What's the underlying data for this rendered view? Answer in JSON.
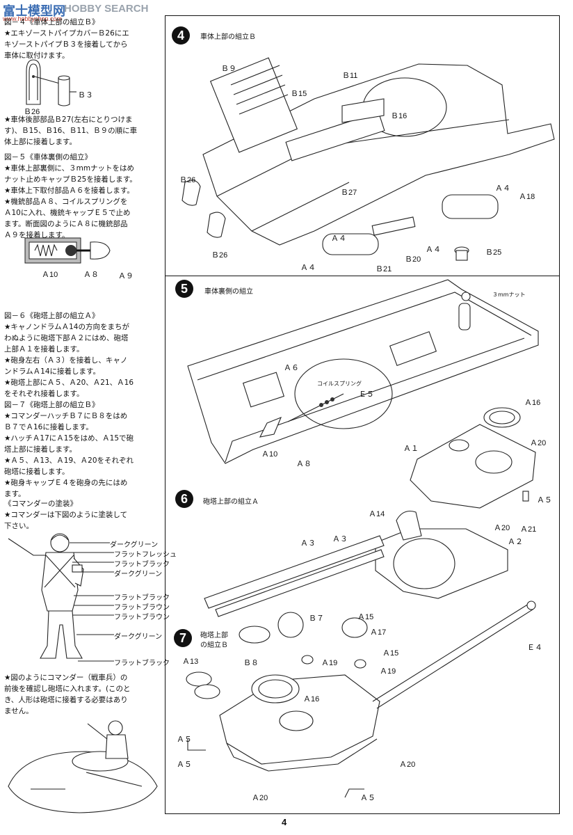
{
  "watermark": {
    "logo": "富士模型网",
    "text": "HOBBY SEARCH",
    "url": "www.hobbyshop.com"
  },
  "left": {
    "s1": {
      "title": "図－４《車体上部の組立Ｂ》",
      "lines": [
        "★エキゾーストパイプカバーＢ26にエ",
        "キゾーストパイプＢ３を接着してから",
        "車体に取付けます。"
      ],
      "labels": {
        "b3": "Ｂ３",
        "b26": "Ｂ26"
      },
      "lines2": [
        "★車体後部部品Ｂ27(左右にとりつけま",
        "す)、Ｂ15、Ｂ16、Ｂ11、Ｂ９の順に車",
        "体上部に接着します。"
      ]
    },
    "s2": {
      "title": "図－５《車体裏側の組立》",
      "lines": [
        "★車体上部裏側に、３mmナットをはめ",
        "ナット止めキャップＢ25を接着します。",
        "★車体上下取付部品Ａ６を接着します。",
        "★機銃部品Ａ８、コイルスプリングを",
        "Ａ10に入れ、機銃キャップＥ５で止め",
        "ます。断面図のようにＡ８に機銃部品",
        "Ａ９を接着します。"
      ],
      "labels": {
        "a10": "Ａ10",
        "a8": "Ａ８",
        "a9": "Ａ９"
      }
    },
    "s3": {
      "title": "図－６《砲塔上部の組立Ａ》",
      "lines": [
        "★キャノンドラムＡ14の方向をまちが",
        "わぬように砲塔下部Ａ２にはめ、砲塔",
        "上部Ａ１を接着します。",
        "★砲身左右（Ａ３）を接着し、キャノ",
        "ンドラムＡ14に接着します。",
        "★砲塔上部にＡ５、Ａ20、Ａ21、Ａ16",
        "をそれぞれ接着します。"
      ]
    },
    "s4": {
      "title": "図－７《砲塔上部の組立Ｂ》",
      "lines": [
        "★コマンダーハッチＢ７にＢ８をはめ",
        "Ｂ７でＡ16に接着します。",
        "★ハッチＡ17にＡ15をはめ、Ａ15で砲",
        "塔上部に接着します。",
        "★Ａ５、Ａ13、Ａ19、Ａ20をそれぞれ",
        "砲塔に接着します。",
        "★砲身キャップＥ４を砲身の先にはめ",
        "ます。"
      ]
    },
    "s5": {
      "title": "《コマンダーの塗装》",
      "lines": [
        "★コマンダーは下図のように塗装して",
        "下さい。"
      ],
      "colors": [
        "ダークグリーン",
        "フラットフレッシュ",
        "フラットブラック",
        "ダークグリーン",
        "フラットブラック",
        "フラットブラウン",
        "フラットブラウン",
        "ダークグリーン",
        "フラットブラック"
      ]
    },
    "s6": {
      "lines": [
        "★図のようにコマンダー（戦車兵）の",
        "前後を確認し砲塔に入れます。(このと",
        "き、人形は砲塔に接着する必要はあり",
        "ません。"
      ]
    }
  },
  "steps": [
    {
      "num": "4",
      "title": "車体上部の組立Ｂ"
    },
    {
      "num": "5",
      "title": "車体裏側の組立"
    },
    {
      "num": "6",
      "title": "砲塔上部の組立Ａ"
    },
    {
      "num": "7",
      "title": "砲塔上部",
      "title2": "の組立Ｂ"
    }
  ],
  "parts": {
    "s4": {
      "b9": "Ｂ９",
      "b11": "Ｂ11",
      "b15": "Ｂ15",
      "b16": "Ｂ16",
      "b26a": "Ｂ26",
      "b26b": "Ｂ26",
      "b27": "Ｂ27",
      "a4a": "Ａ４",
      "a18": "Ａ18",
      "a4b": "Ａ４",
      "a4c": "Ａ４",
      "b21": "Ｂ21",
      "b20": "Ｂ20",
      "a4d": "Ａ４",
      "b25": "Ｂ25"
    },
    "s5": {
      "nut": "３mmナット",
      "a6": "Ａ６",
      "spring": "コイルスプリング",
      "e5": "Ｅ５",
      "a10": "Ａ10",
      "a8": "Ａ８"
    },
    "s6": {
      "a16": "Ａ16",
      "a1": "Ａ１",
      "a20a": "Ａ20",
      "a5": "Ａ５",
      "a21": "Ａ21",
      "a20b": "Ａ20",
      "a14": "Ａ14",
      "a2": "Ａ２",
      "a3a": "Ａ３",
      "a3b": "Ａ３"
    },
    "s7": {
      "b7": "Ｂ７",
      "a15a": "Ａ15",
      "a17": "Ａ17",
      "a15b": "Ａ15",
      "a13": "Ａ13",
      "b8": "Ｂ８",
      "a19a": "Ａ19",
      "a19b": "Ａ19",
      "a16": "Ａ16",
      "e4": "Ｅ４",
      "a5a": "Ａ５",
      "a5b": "Ａ５",
      "a20a": "Ａ20",
      "a20b": "Ａ20"
    }
  },
  "page_number": "4"
}
